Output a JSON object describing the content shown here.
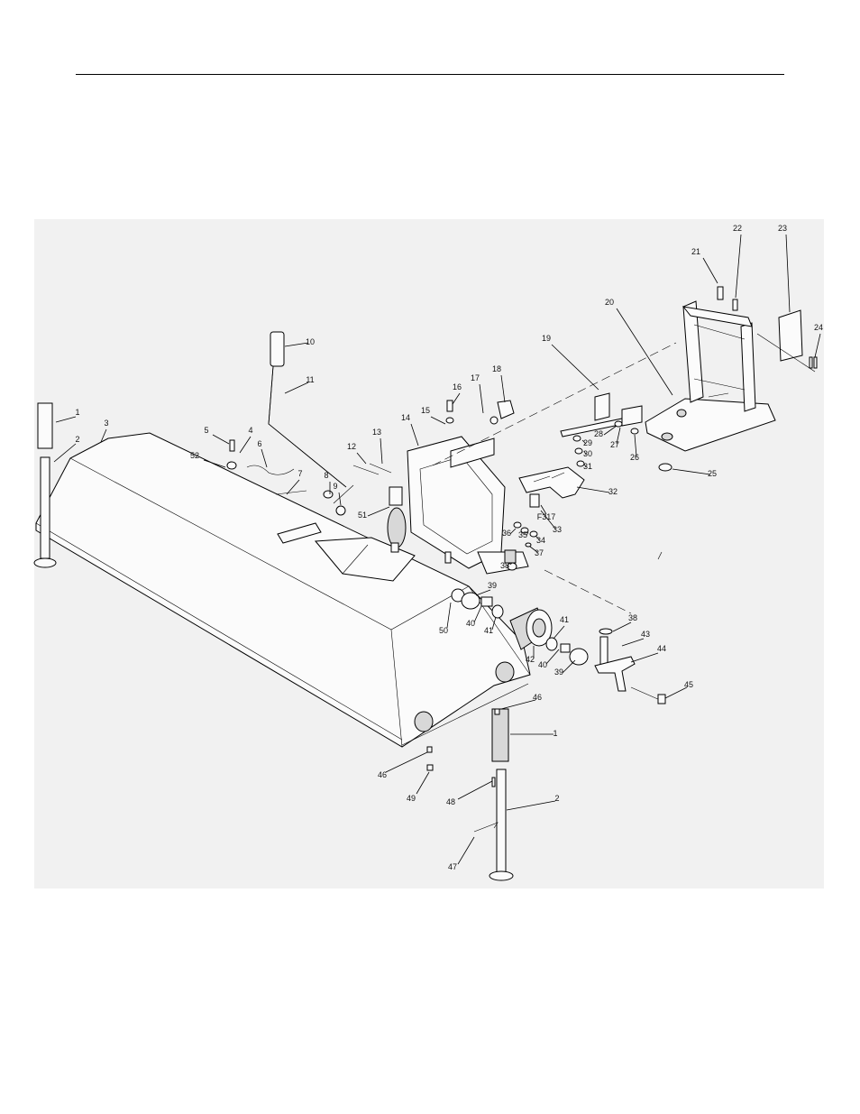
{
  "diagram": {
    "callouts": [
      "1",
      "2",
      "3",
      "4",
      "5",
      "6",
      "7",
      "8",
      "9",
      "10",
      "11",
      "12",
      "13",
      "14",
      "15",
      "16",
      "17",
      "18",
      "19",
      "20",
      "21",
      "22",
      "23",
      "24",
      "25",
      "26",
      "27",
      "28",
      "29",
      "30",
      "31",
      "32",
      "33",
      "34",
      "35",
      "36",
      "37",
      "38",
      "39",
      "40",
      "41",
      "42",
      "43",
      "44",
      "45",
      "46",
      "47",
      "48",
      "49",
      "50",
      "51",
      "52",
      "F317"
    ]
  }
}
